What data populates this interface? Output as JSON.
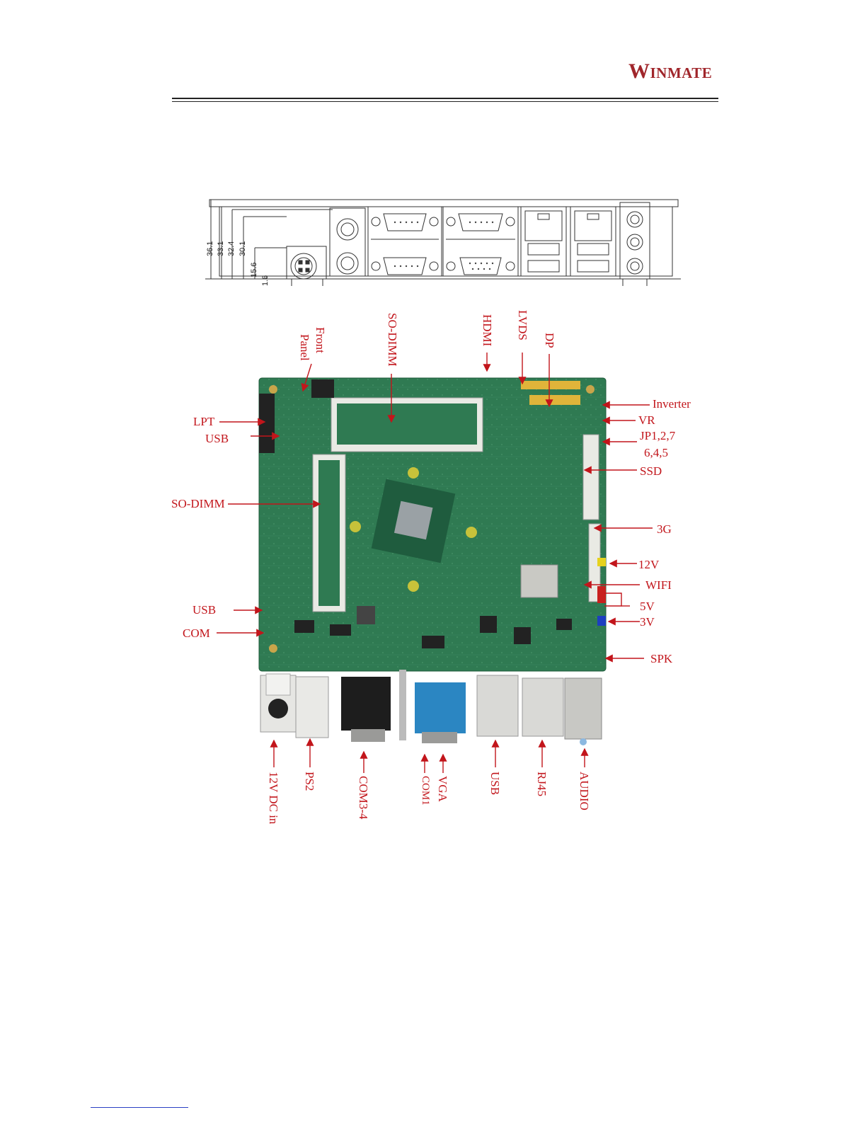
{
  "header": {
    "logo_initial": "W",
    "logo_rest": "INMATE"
  },
  "io_panel": {
    "dimensions": [
      "36.1",
      "33.1",
      "32.4",
      "30.1",
      "15.6",
      "1.6"
    ]
  },
  "board_labels": {
    "front_panel_line1": "Front",
    "front_panel_line2": "Panel",
    "so_dimm_top": "SO-DIMM",
    "hdmi": "HDMI",
    "lvds": "LVDS",
    "dp": "DP",
    "inverter": "Inverter",
    "vr": "VR",
    "jp_line1": "JP1,2,7",
    "jp_line2": "6,4,5",
    "ssd": "SSD",
    "lpt": "LPT",
    "usb_left_top": "USB",
    "so_dimm_left": "SO-DIMM",
    "three_g": "3G",
    "v12": "12V",
    "wifi": "WIFI",
    "v5": "5V",
    "v3": "3V",
    "usb_left_bottom": "USB",
    "com_left": "COM",
    "spk": "SPK",
    "dc_in": "12V DC in",
    "ps2": "PS2",
    "com3_4": "COM3-4",
    "com1": "COM1",
    "vga": "VGA",
    "usb_bottom": "USB",
    "rj45": "RJ45",
    "audio": "AUDIO"
  }
}
